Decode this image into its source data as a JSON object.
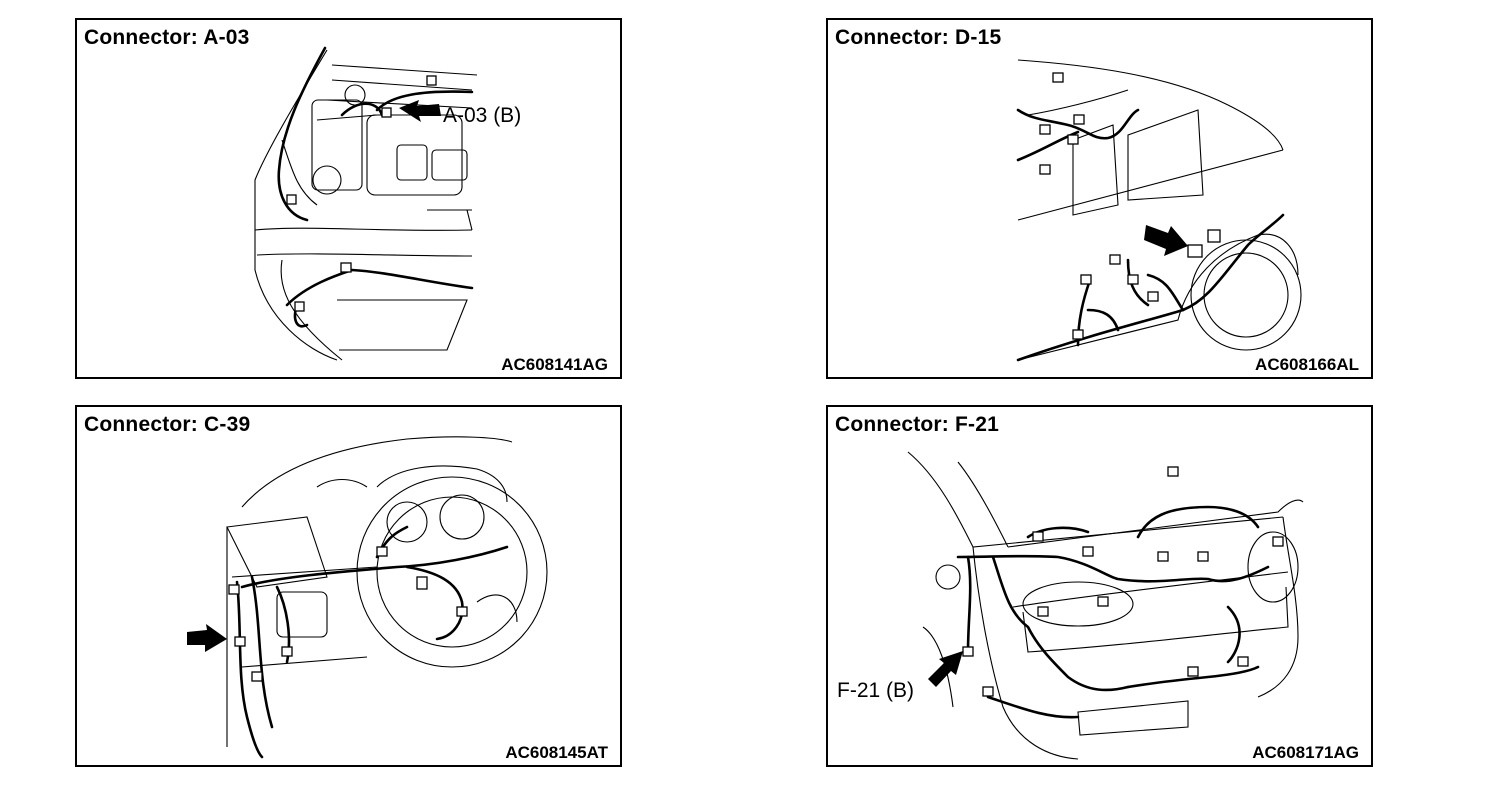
{
  "panels": [
    {
      "title": "Connector: A-03",
      "code": "AC608141AG",
      "callout": "A-03 (B)"
    },
    {
      "title": "Connector: D-15",
      "code": "AC608166AL",
      "callout": ""
    },
    {
      "title": "Connector: C-39",
      "code": "AC608145AT",
      "callout": ""
    },
    {
      "title": "Connector: F-21",
      "code": "AC608171AG",
      "callout": "F-21 (B)"
    }
  ],
  "icons": {
    "pointer": "locator-arrow-icon"
  }
}
